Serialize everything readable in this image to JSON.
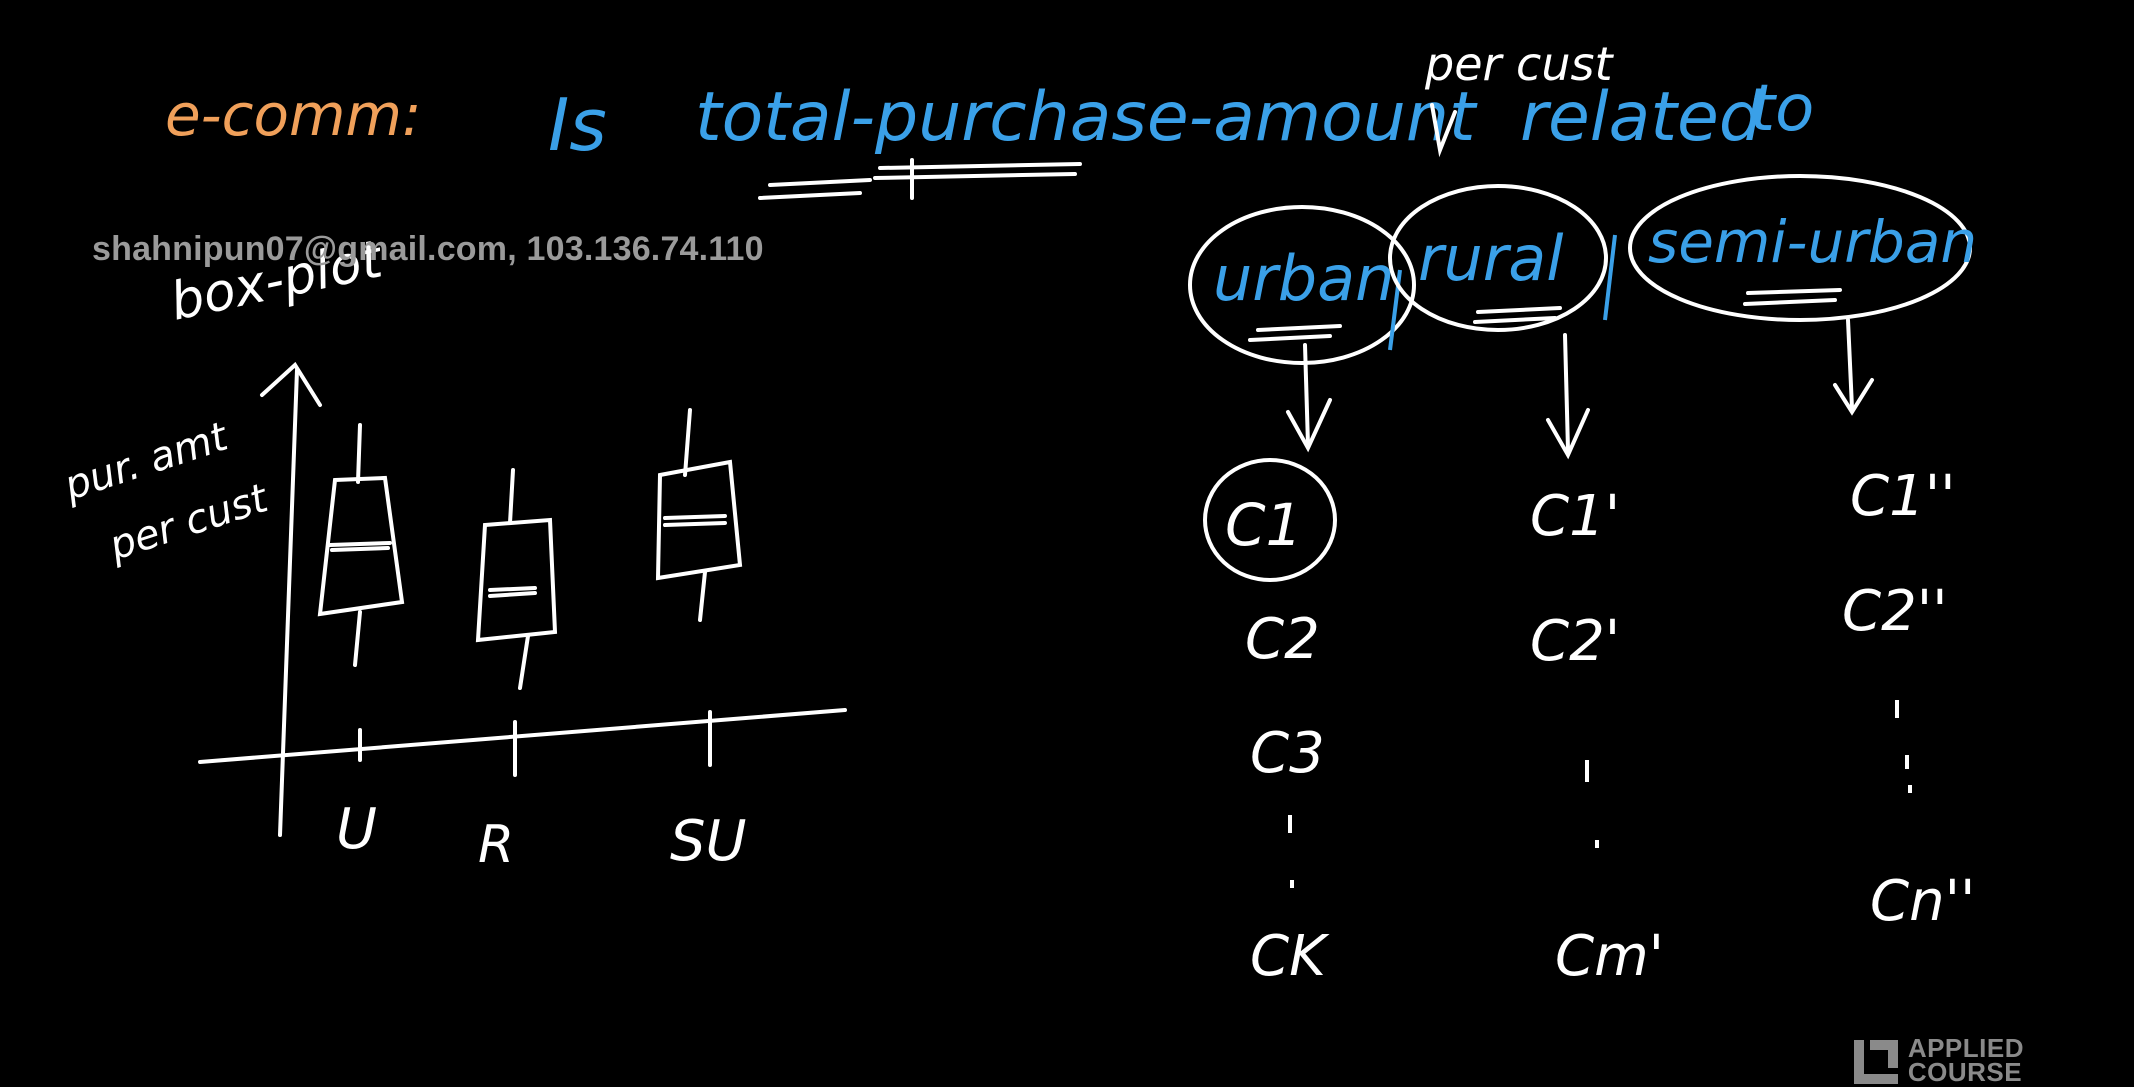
{
  "header": {
    "topic": "e-comm:",
    "question_words": [
      "Is",
      "total-purchase-amount",
      "related",
      "to"
    ],
    "insert_note": "per cust"
  },
  "watermark": "shahnipun07@gmail.com, 103.136.74.110",
  "left": {
    "plot_name": "box-plot",
    "y_label": [
      "pur. amt",
      "per cust"
    ],
    "x_ticks": [
      "U",
      "R",
      "SU"
    ]
  },
  "categories": [
    "urban",
    "rural",
    "semi-urban"
  ],
  "customers": {
    "urban": [
      "C1",
      "C2",
      "C3",
      "CK"
    ],
    "rural": [
      "C1'",
      "C2'",
      "Cm'"
    ],
    "semi_urban": [
      "C1''",
      "C2''",
      "Cn''"
    ]
  },
  "logo": {
    "line1": "APPLIED",
    "line2": "COURSE"
  },
  "colors": {
    "background": "#000000",
    "orange": "#f0a05a",
    "blue": "#3aa0e8",
    "ink": "#ffffff"
  }
}
